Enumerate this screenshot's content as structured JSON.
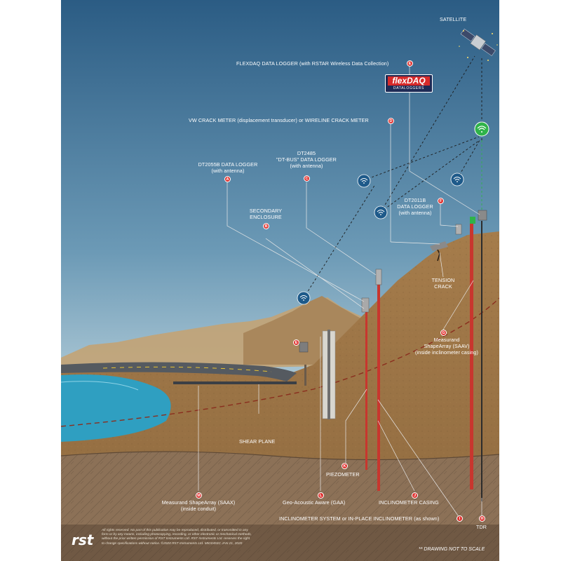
{
  "labels": {
    "satellite": "SATELLITE",
    "flexdaq": "FLEXDAQ DATA LOGGER (with RSTAR Wireless Data Collection)",
    "vw_crack": "VW CRACK METER (displacement transducer) or WIRELINE CRACK METER",
    "dt2055b_line1": "DT2055B DATA LOGGER",
    "dt2055b_line2": "(with antenna)",
    "dt2485_line1": "DT2485",
    "dt2485_line2": "\"DT-BUS\" DATA LOGGER",
    "dt2485_line3": "(with antenna)",
    "dt2011b_line1": "DT2011B",
    "dt2011b_line2": "DATA LOGGER",
    "dt2011b_line3": "(with antenna)",
    "secondary_line1": "SECONDARY",
    "secondary_line2": "ENCLOSURE",
    "tension_line1": "TENSION",
    "tension_line2": "CRACK",
    "saav_line1": "Measurand",
    "saav_line2": "ShapeArray (SAAV)",
    "saav_line3": "(inside inclinometer casing)",
    "shear_plane": "SHEAR PLANE",
    "piezometer": "PIEZOMETER",
    "saax_line1": "Measurand ShapeArray (SAAX)",
    "saax_line2": "(inside conduit)",
    "gaa": "Geo-Acoustic Aware (GAA)",
    "inclinometer_casing": "INCLINOMETER CASING",
    "inclinometer_system": "INCLINOMETER SYSTEM or IN-PLACE INCLINOMETER (as shown)",
    "tdr": "TDR"
  },
  "badges": {
    "a": "A",
    "b": "B",
    "c": "C",
    "d": "D",
    "e": "E",
    "e2": "E",
    "f": "F",
    "g": "G",
    "h": "H",
    "i": "I",
    "j": "J",
    "k": "K",
    "l": "L",
    "m": "M"
  },
  "brand": {
    "main": "flexDAQ",
    "sub": "DATALOGGERS"
  },
  "footer": {
    "logo": "rst",
    "copyright": "All rights reserved. No part of this publication may be reproduced, distributed, or transmitted in any form or by any means, including photocopying, recording, or other electronic or mechanical methods, without the prior written permission of RST Instruments Ltd. RST Instruments Ltd. reserves the right to change specifications without notice. ©2020 RST Instruments Ltd. MIG0453C JAN 21, 2020",
    "scale_note": "** DRAWING NOT TO SCALE"
  },
  "colors": {
    "sky_top": "#2e5f87",
    "sky_bottom": "#b9d2dd",
    "ground": "#9a7446",
    "bedrock": "#8a6e55",
    "water": "#3aa9c9",
    "badge_red": "#e0322f",
    "casing_red": "#c8362e",
    "wireless_blue": "#1e5a8a",
    "wireless_green": "#2fb34a"
  },
  "icons": [
    "satellite-icon",
    "wireless-icon",
    "rst-logo"
  ]
}
